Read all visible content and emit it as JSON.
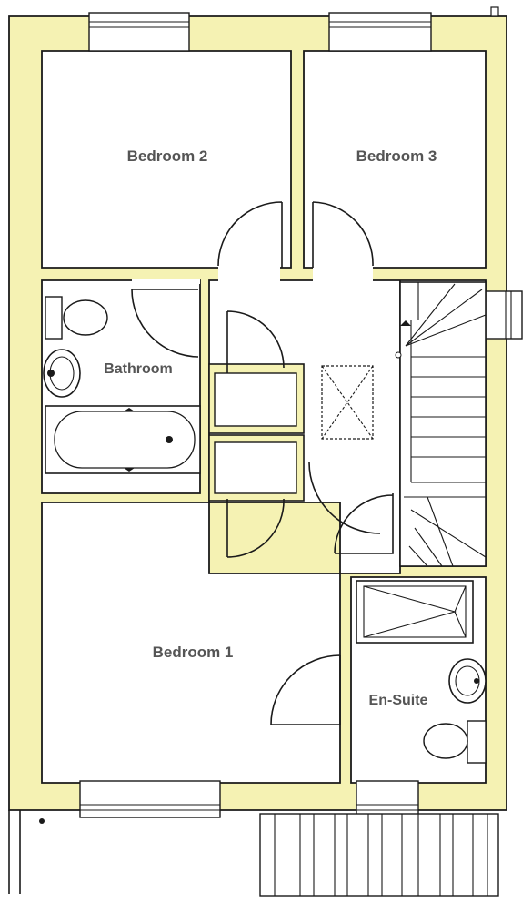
{
  "rooms": {
    "bedroom2": "Bedroom 2",
    "bedroom3": "Bedroom 3",
    "bathroom": "Bathroom",
    "bedroom1": "Bedroom 1",
    "ensuite": "En-Suite"
  },
  "colors": {
    "wall": "#f5f2b3",
    "line": "#1a1a1a",
    "floor": "#ffffff",
    "label": "#555555"
  }
}
